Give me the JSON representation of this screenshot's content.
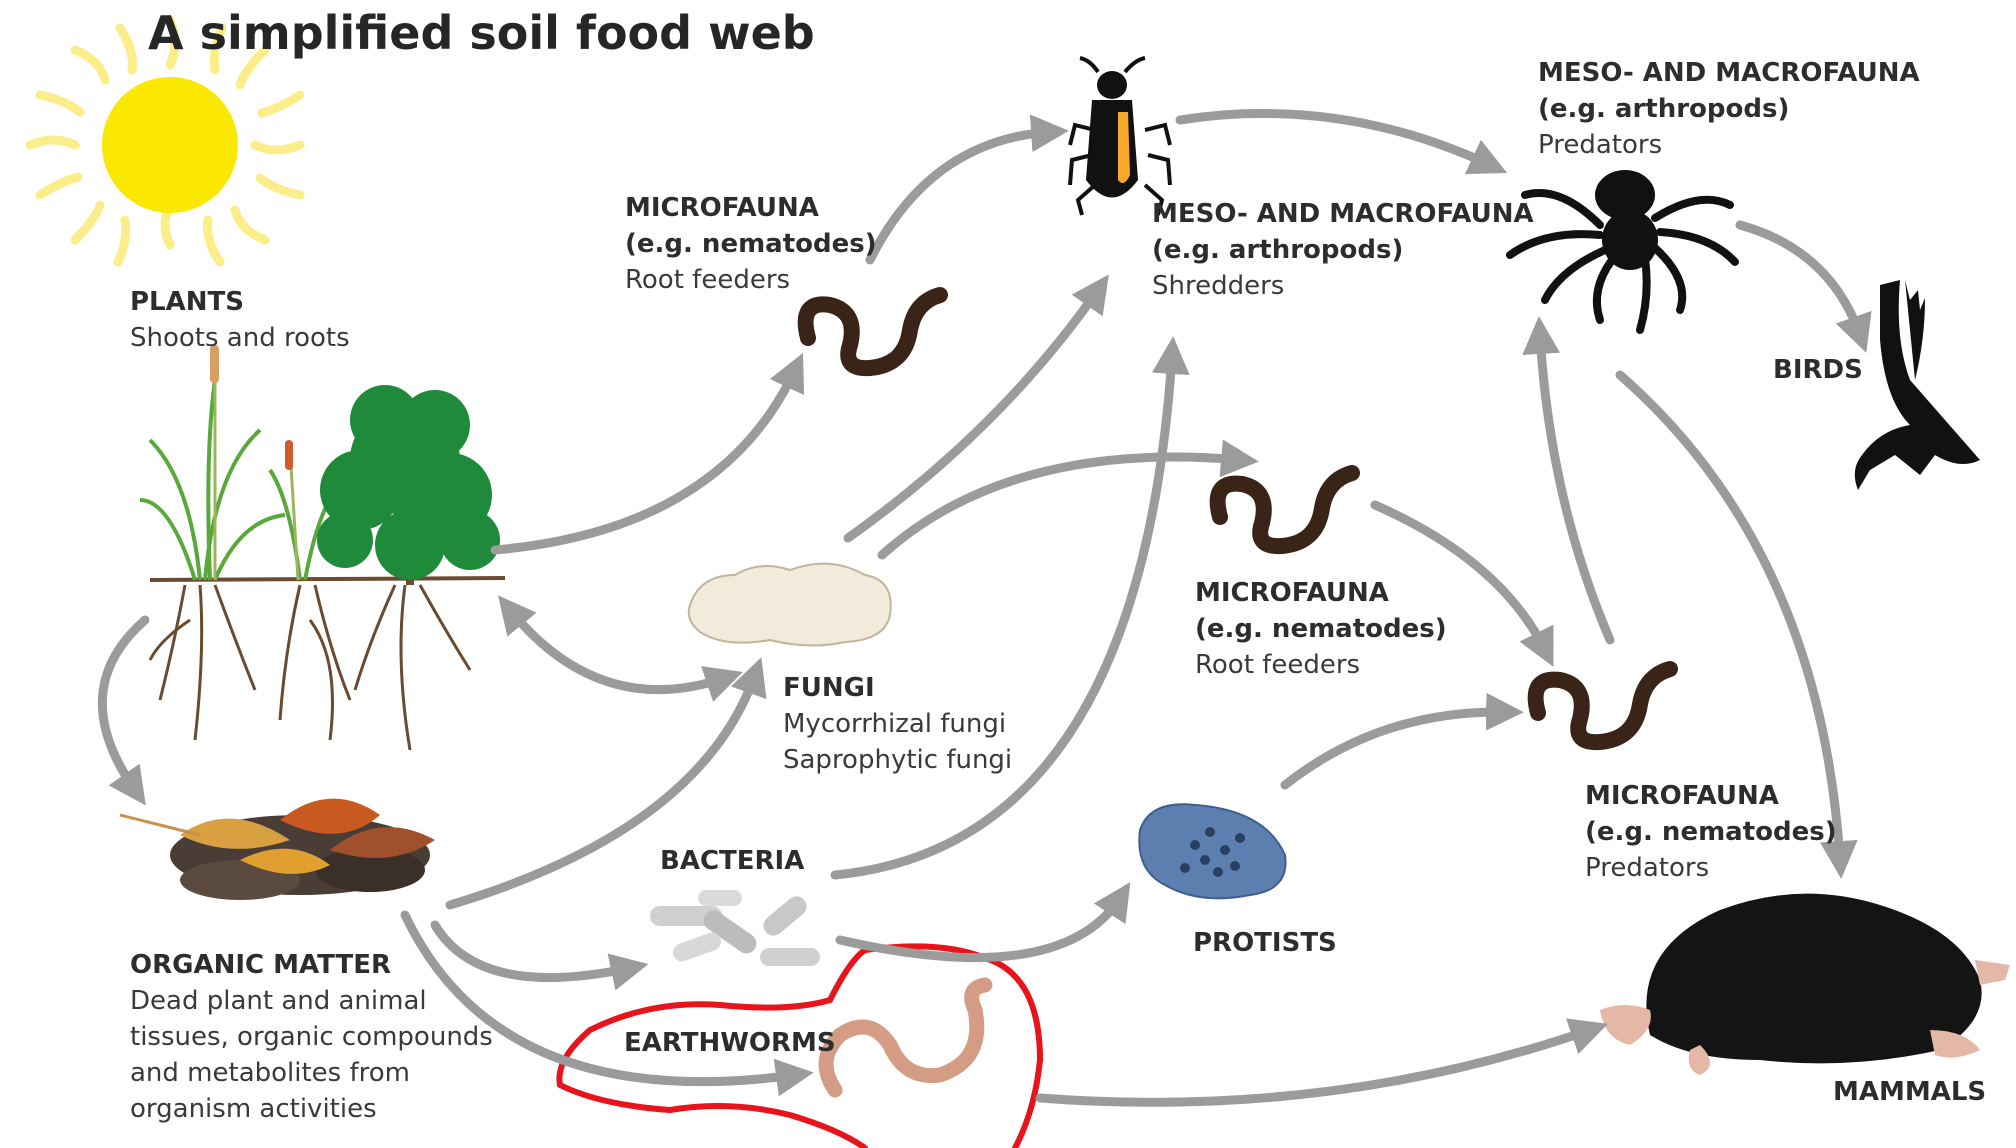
{
  "title": "A simplified soil food web",
  "nodes": {
    "plants": {
      "heading": "PLANTS",
      "line1": "Shoots and roots"
    },
    "organic_matter": {
      "heading": "ORGANIC MATTER",
      "line1": "Dead plant and animal",
      "line2": "tissues, organic compounds",
      "line3": "and metabolites from",
      "line4": "organism activities"
    },
    "microfauna_root_top": {
      "heading": "MICROFAUNA",
      "heading2": "(e.g. nematodes)",
      "line1": "Root feeders"
    },
    "meso_shredders": {
      "heading": "MESO- AND MACROFAUNA",
      "heading2": "(e.g. arthropods)",
      "line1": "Shredders"
    },
    "meso_predators": {
      "heading": "MESO- AND MACROFAUNA",
      "heading2": "(e.g. arthropods)",
      "line1": "Predators"
    },
    "birds": {
      "heading": "BIRDS"
    },
    "microfauna_root_mid": {
      "heading": "MICROFAUNA",
      "heading2": "(e.g. nematodes)",
      "line1": "Root feeders"
    },
    "microfauna_predators": {
      "heading": "MICROFAUNA",
      "heading2": "(e.g. nematodes)",
      "line1": "Predators"
    },
    "fungi": {
      "heading": "FUNGI",
      "line1": "Mycorrhizal fungi",
      "line2": "Saprophytic fungi"
    },
    "bacteria": {
      "heading": "BACTERIA"
    },
    "protists": {
      "heading": "PROTISTS"
    },
    "earthworms": {
      "heading": "EARTHWORMS"
    },
    "mammals": {
      "heading": "MAMMALS"
    }
  },
  "colors": {
    "arrow": "#9b9b9b",
    "highlight": "#e8141b",
    "sun": "#fbe800",
    "nematode": "#3a2418"
  }
}
